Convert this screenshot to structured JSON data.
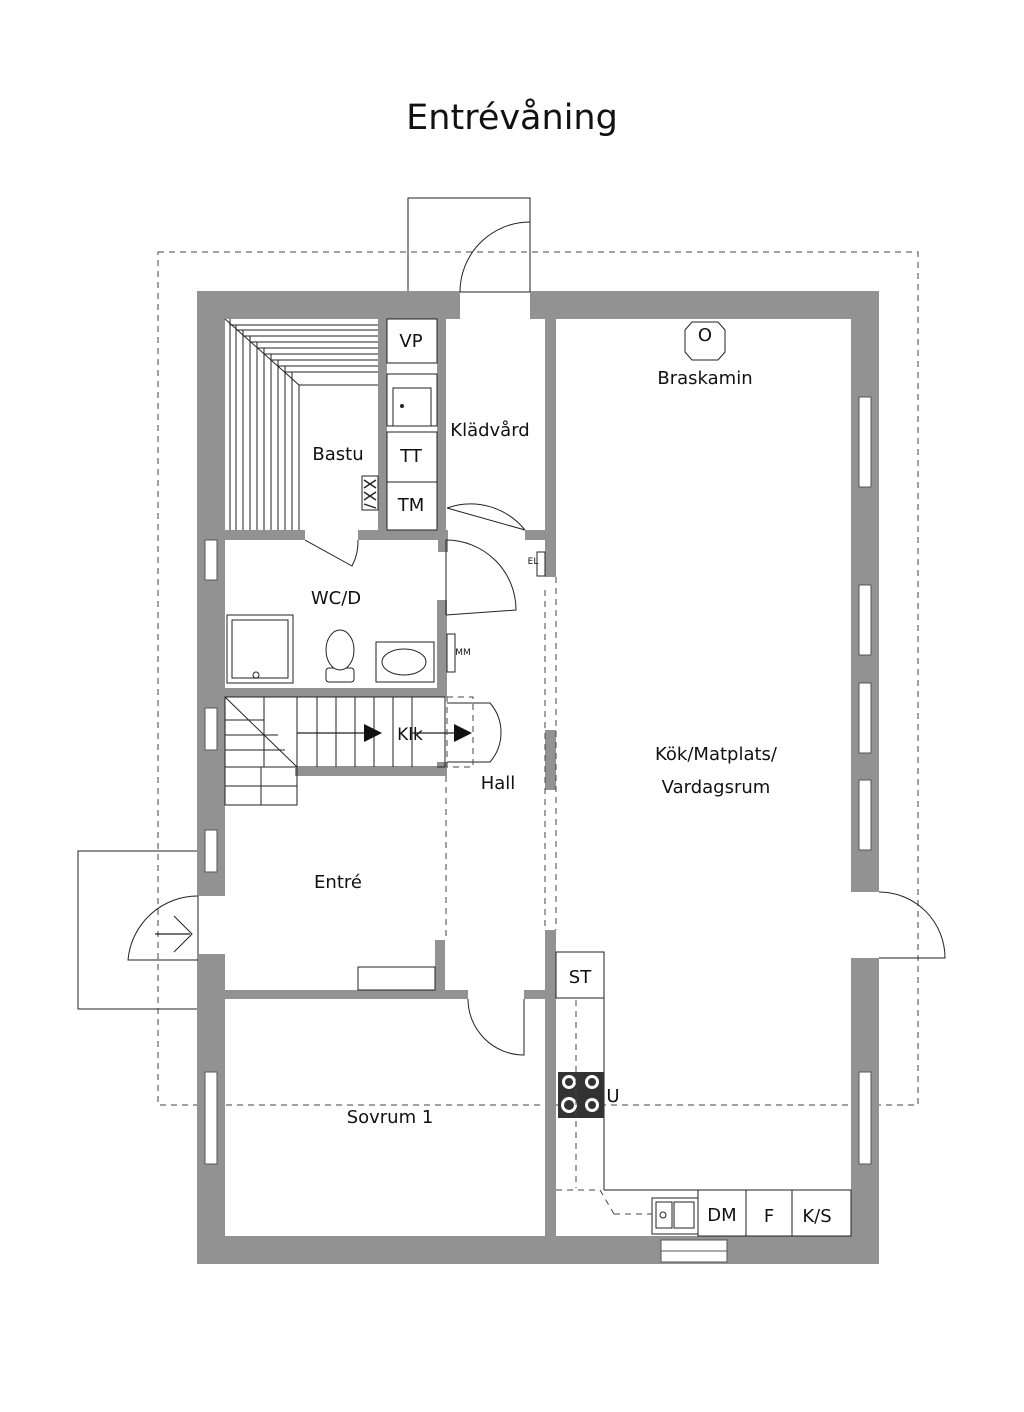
{
  "title": "Entrévåning",
  "rooms": {
    "bastu": "Bastu",
    "kladvard": "Klädvård",
    "wcd": "WC/D",
    "klk": "Klk",
    "hall": "Hall",
    "entre": "Entré",
    "sovrum1": "Sovrum 1",
    "kok_line1": "Kök/Matplats/",
    "kok_line2": "Vardagsrum",
    "braskamin": "Braskamin"
  },
  "fixtures": {
    "vp": "VP",
    "tt": "TT",
    "tm": "TM",
    "el": "EL",
    "mm": "MM",
    "st": "ST",
    "u": "U",
    "dm": "DM",
    "f": "F",
    "ks": "K/S",
    "braskamin_symbol": "O"
  },
  "colors": {
    "wall": "#929292",
    "line": "#222222",
    "background": "#ffffff"
  }
}
